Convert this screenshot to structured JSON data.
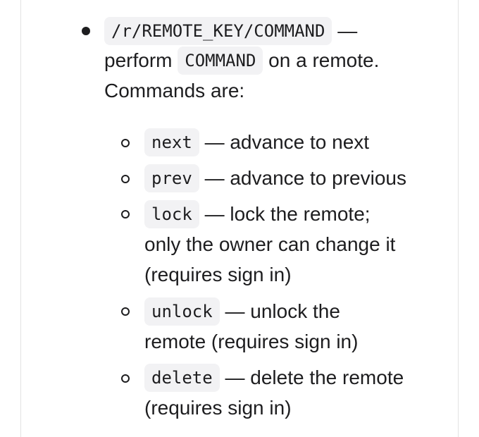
{
  "item": {
    "code": "/r/REMOTE_KEY/COMMAND",
    "dash": " —",
    "line2_pre": "perform ",
    "line2_code": "COMMAND",
    "line2_post": " on a remote.",
    "line3": "Commands are:"
  },
  "commands": [
    {
      "code": "next",
      "desc_line1": " — advance to next"
    },
    {
      "code": "prev",
      "desc_line1": " — advance to previous"
    },
    {
      "code": "lock",
      "desc_line1": " — lock the remote;",
      "desc_line2": "only the owner can change it",
      "desc_line3": "(requires sign in)"
    },
    {
      "code": "unlock",
      "desc_line1": " — unlock the",
      "desc_line2": "remote (requires sign in)"
    },
    {
      "code": "delete",
      "desc_line1": " — delete the remote",
      "desc_line2": "(requires sign in)"
    }
  ]
}
